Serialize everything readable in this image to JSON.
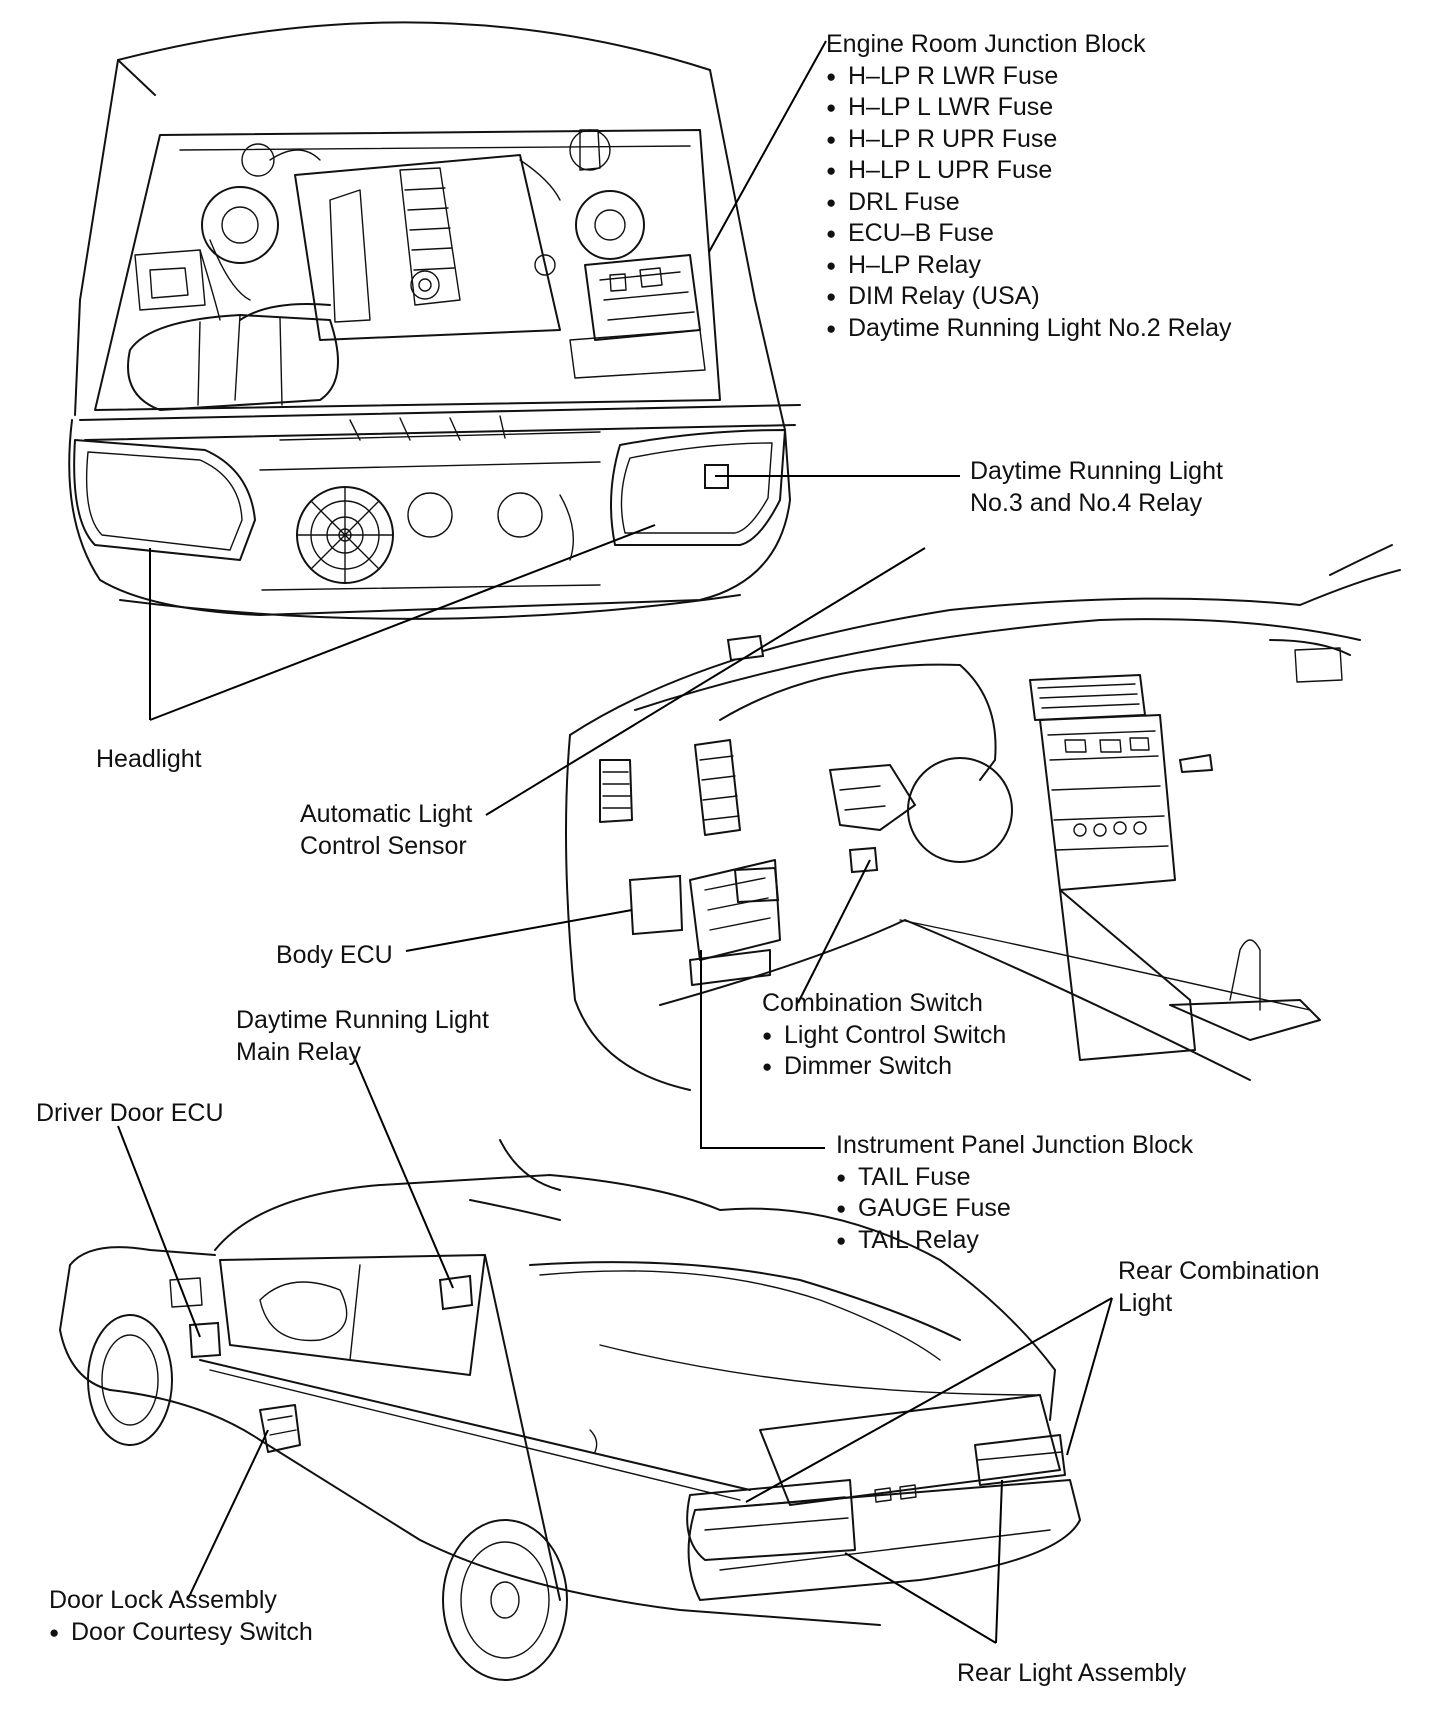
{
  "labels": {
    "engine_room_jb": {
      "title": "Engine Room Junction Block",
      "items": [
        "H–LP R LWR Fuse",
        "H–LP L LWR Fuse",
        "H–LP R UPR Fuse",
        "H–LP L UPR Fuse",
        "DRL Fuse",
        "ECU–B Fuse",
        "H–LP Relay",
        "DIM Relay (USA)",
        "Daytime Running Light No.2 Relay"
      ]
    },
    "drl_relay_3_4": {
      "line1": "Daytime Running Light",
      "line2": "No.3 and No.4 Relay"
    },
    "headlight": "Headlight",
    "auto_light_sensor": {
      "line1": "Automatic Light",
      "line2": "Control Sensor"
    },
    "body_ecu": "Body ECU",
    "drl_main_relay": {
      "line1": "Daytime Running Light",
      "line2": "Main Relay"
    },
    "combination_switch": {
      "title": "Combination Switch",
      "items": [
        "Light Control Switch",
        "Dimmer Switch"
      ]
    },
    "driver_door_ecu": "Driver Door ECU",
    "ip_jb": {
      "title": "Instrument Panel Junction Block",
      "items": [
        "TAIL Fuse",
        "GAUGE Fuse",
        "TAIL Relay"
      ]
    },
    "rear_combination_light": {
      "line1": "Rear Combination",
      "line2": "Light"
    },
    "door_lock_assembly": {
      "title": "Door Lock Assembly",
      "items": [
        "Door Courtesy Switch"
      ]
    },
    "rear_light_assembly": "Rear Light Assembly"
  }
}
